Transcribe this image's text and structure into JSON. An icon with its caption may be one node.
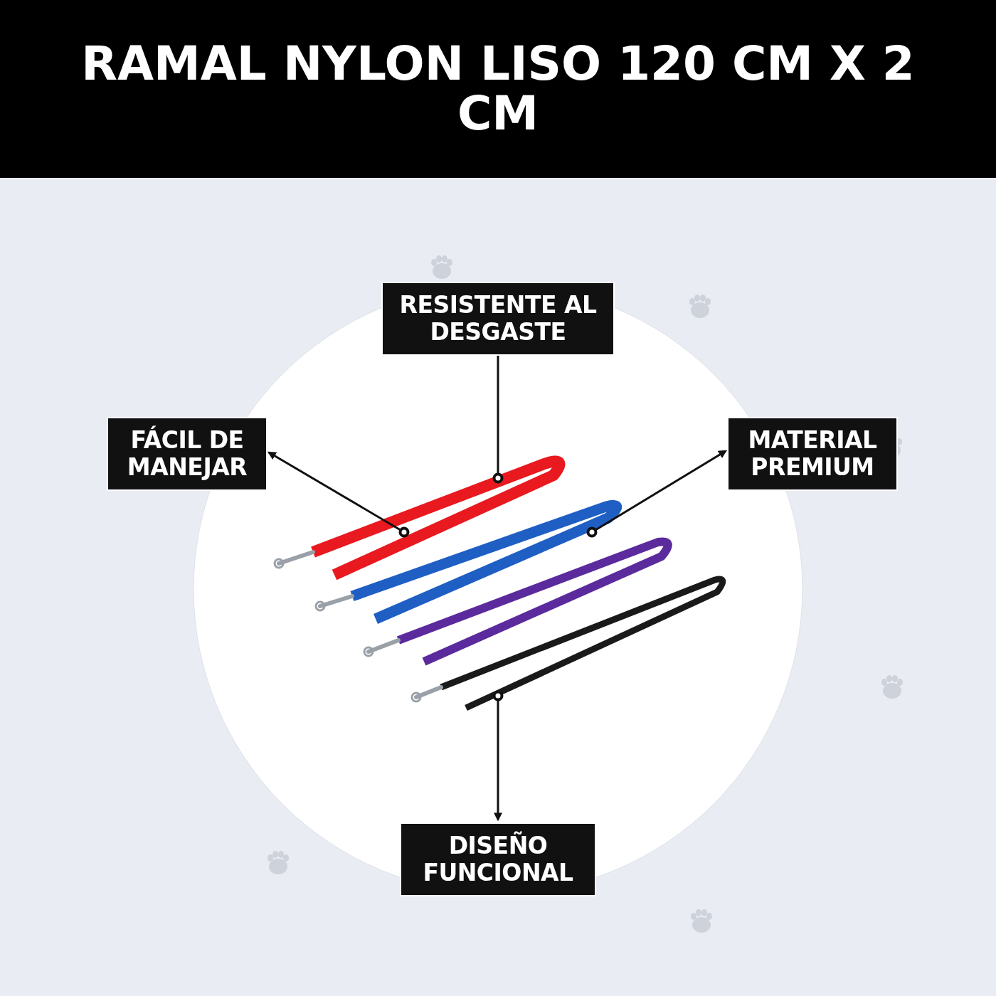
{
  "diagram": {
    "title": "RAMAL NYLON LISO 120 CM X 2 CM",
    "nodes": [
      {
        "text": [
          "RESISTENTE AL DESGASTE"
        ]
      },
      {
        "text": [
          "FÁCIL DE MANEJAR"
        ]
      },
      {
        "text": [
          "MATERIAL PREMIUM"
        ]
      },
      {
        "text": [],
        "shape": "picture"
      },
      {
        "text": [],
        "shape": "picture"
      },
      {
        "text": [],
        "shape": "picture"
      },
      {
        "text": [],
        "shape": "picture"
      },
      {
        "text": [
          "DISEÑO FUNCIONAL"
        ]
      }
    ],
    "edges": [
      {
        "from": 0,
        "to": 3,
        "arrow": "other"
      },
      {
        "from": 3,
        "to": 1,
        "arrow": "to"
      },
      {
        "from": 4,
        "to": 2,
        "arrow": "to"
      },
      {
        "from": 6,
        "to": 7,
        "arrow": "to"
      }
    ]
  }
}
